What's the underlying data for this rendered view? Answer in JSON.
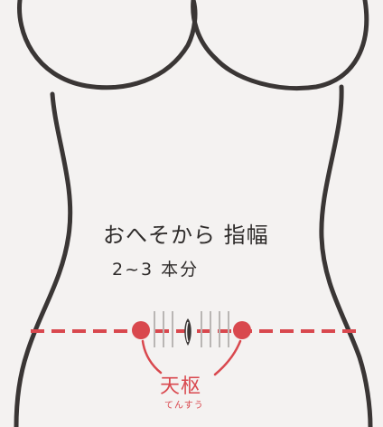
{
  "diagram": {
    "annotation": {
      "line1": "おへそから 指幅",
      "line2": "2~3 本分"
    },
    "acupoint": {
      "name": "天枢",
      "reading": "てんすう"
    }
  },
  "colors": {
    "background": "#f4f2f1",
    "outline": "#3a3635",
    "accent_red": "#d9484e",
    "finger_guides": "#b9b6b4"
  },
  "icons": {
    "navel": "navel-icon",
    "acupoint_marker": "acupoint-dot-icon"
  }
}
